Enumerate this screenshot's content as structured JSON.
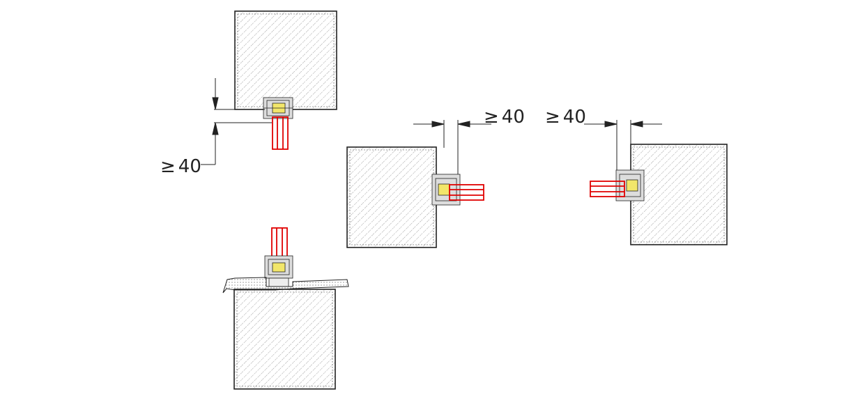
{
  "diagram": {
    "dimensions": [
      {
        "id": "head",
        "symbol": "≥",
        "value": "40"
      },
      {
        "id": "jamb-left",
        "symbol": "≥",
        "value": "40"
      },
      {
        "id": "jamb-right",
        "symbol": "≥",
        "value": "40"
      }
    ]
  },
  "colors": {
    "line": "#222222",
    "hatch": "#555555",
    "sash": "#e00000",
    "gasket": "#f2e66a"
  }
}
